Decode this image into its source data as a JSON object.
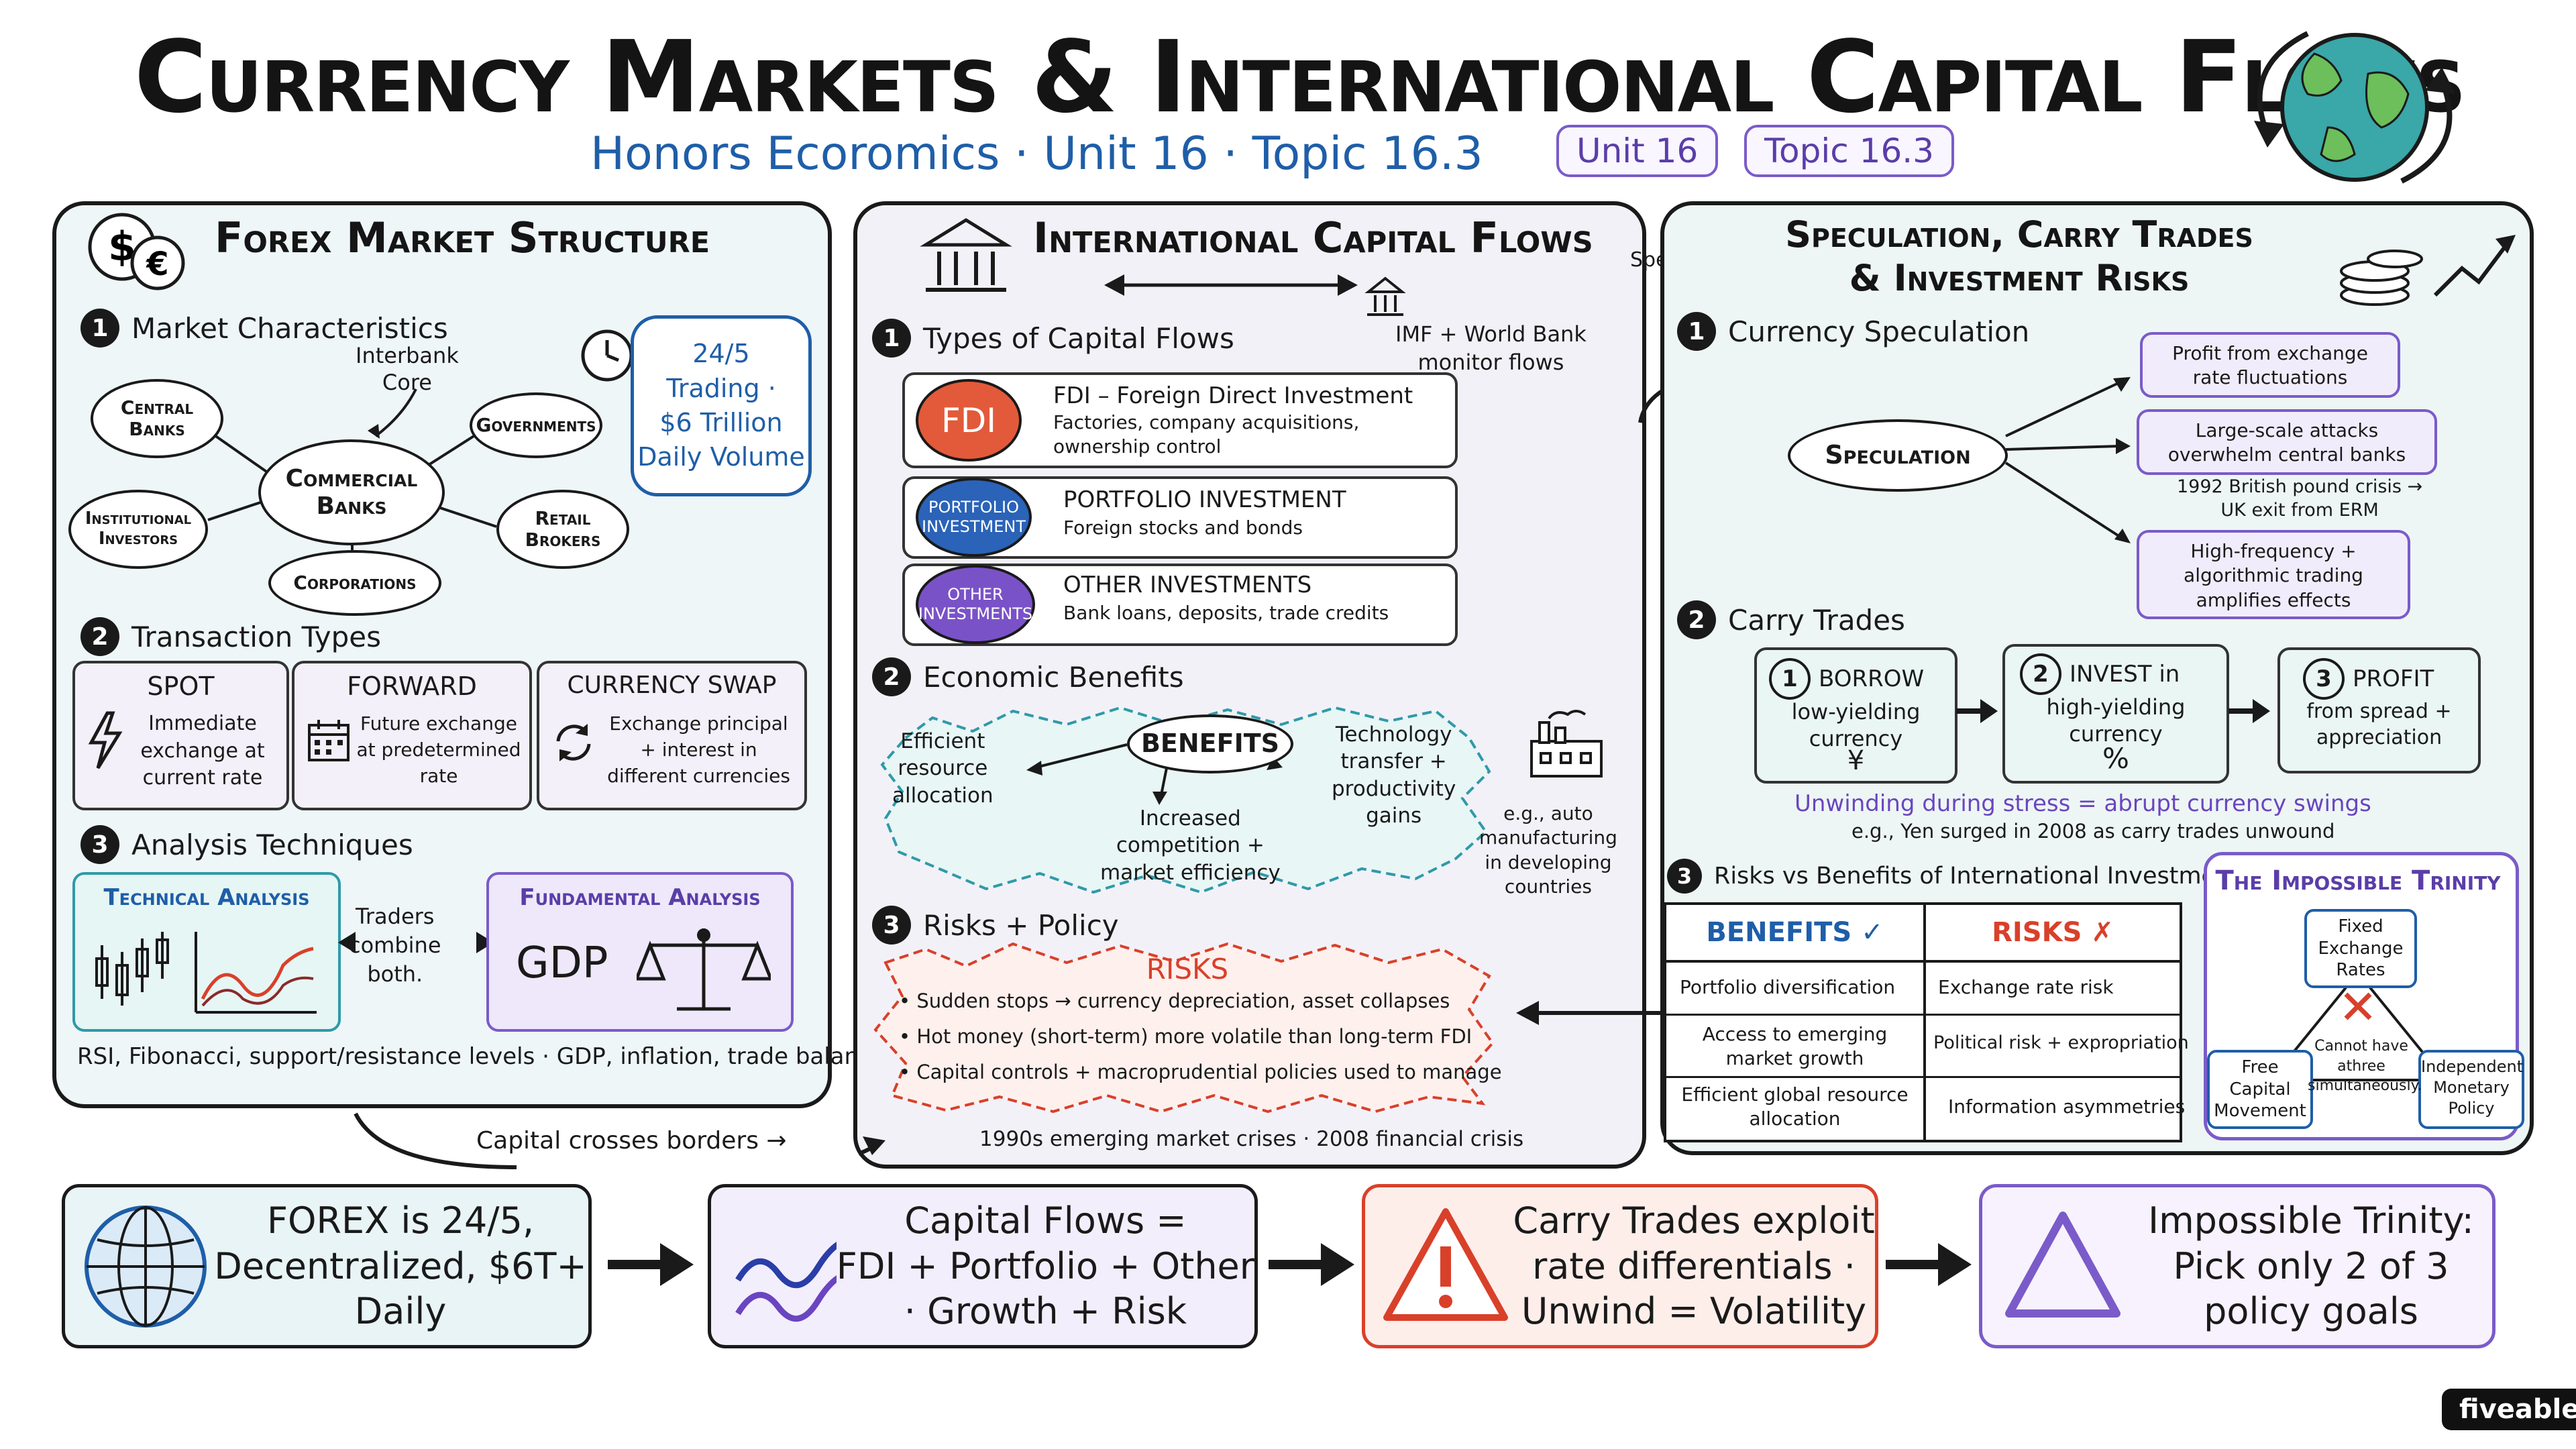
{
  "header": {
    "title": "Currency Markets & International Capital Flows",
    "subtitle": "Honors Ecoromics · Unit 16 · Topic 16.3",
    "unit_pill": "Unit 16",
    "topic_pill": "Topic 16.3"
  },
  "forex": {
    "title": "Forex Market Structure",
    "s1": {
      "num": "1",
      "title": "Market Characteristics",
      "interbank": "Interbank\nCore",
      "center": "Commercial\nBanks",
      "nodes": [
        "Central\nBanks",
        "Governments",
        "Institutional\nInvestors",
        "Retail\nBrokers",
        "Corporations"
      ],
      "bubble": "24/5\nTrading ·\n$6 Trillion\nDaily Volume"
    },
    "s2": {
      "num": "2",
      "title": "Transaction Types",
      "items": [
        {
          "title": "SPOT",
          "desc": "Immediate\nexchange at\ncurrent rate"
        },
        {
          "title": "FORWARD",
          "desc": "Future exchange\nat predetermined\nrate"
        },
        {
          "title": "CURRENCY SWAP",
          "desc": "Exchange principal\n+ interest in\ndifferent currencies"
        }
      ]
    },
    "s3": {
      "num": "3",
      "title": "Analysis Techniques",
      "technical": "Technical Analysis",
      "fundamental": "Fundamental Analysis",
      "gdp": "GDP",
      "traders": "Traders\ncombine\nboth.",
      "footer": "RSI, Fibonacci, support/resistance levels · GDP, inflation, trade balance."
    }
  },
  "capital": {
    "title": "International Capital Flows",
    "s1": {
      "num": "1",
      "title": "Types of Capital Flows",
      "note": "IMF + World Bank\nmonitor flows",
      "types": [
        {
          "badge": "FDI",
          "name": "FDI – Foreign Direct Investment",
          "desc": "Factories, company acquisitions,\nownership control",
          "color": "#e25a3a"
        },
        {
          "badge": "PORTFOLIO\nINVESTMENT",
          "name": "PORTFOLIO INVESTMENT",
          "desc": "Foreign stocks and bonds",
          "color": "#2a63b8"
        },
        {
          "badge": "OTHER\nINVESTMENTS",
          "name": "OTHER INVESTMENTS",
          "desc": "Bank loans, deposits, trade credits",
          "color": "#7a52c7"
        }
      ]
    },
    "s2": {
      "num": "2",
      "title": "Economic Benefits",
      "center": "BENEFITS",
      "left": "Efficient\nresource\nallocation",
      "bottom": "Increased\ncompetition +\nmarket efficiency",
      "right": "Technology\ntransfer +\nproductivity\ngains",
      "example": "e.g., auto\nmanufacturing\nin developing\ncountries"
    },
    "s3": {
      "num": "3",
      "title": "Risks + Policy",
      "risks_title": "RISKS",
      "risks": [
        "Sudden stops → currency depreciation, asset collapses",
        "Hot money (short-term) more volatile than long-term FDI",
        "Capital controls + macroprudential policies used to manage"
      ],
      "crises": "1990s emerging market crises · 2008 financial crisis"
    },
    "capital_crosses": "Capital crosses borders →",
    "speculation_label": "Speculation"
  },
  "spec": {
    "title": "Speculation, Carry Trades\n& Investment Risks",
    "s1": {
      "num": "1",
      "title": "Currency Speculation",
      "center": "Speculation",
      "outs": [
        "Profit from exchange\nrate fluctuations",
        "Large-scale attacks\noverwhelm central banks",
        "High-frequency +\nalgorithmic trading\namplifies effects"
      ],
      "note": "1992 British pound crisis →\nUK exit from ERM"
    },
    "s2": {
      "num": "2",
      "title": "Carry Trades",
      "steps": [
        {
          "num": "1",
          "title": "BORROW",
          "desc": "low-yielding\ncurrency",
          "sym": "¥"
        },
        {
          "num": "2",
          "title": "INVEST in",
          "desc": "high-yielding\ncurrency",
          "sym": "%"
        },
        {
          "num": "3",
          "title": "PROFIT",
          "desc": "from spread +\nappreciation",
          "sym": ""
        }
      ],
      "unwind": "Unwinding during stress = abrupt currency swings",
      "yen": "e.g., Yen surged in 2008 as carry trades unwound"
    },
    "s3": {
      "num": "3",
      "title": "Risks vs Benefits of International Investment",
      "benefits_head": "BENEFITS ✓",
      "risks_head": "RISKS ✗",
      "rows": [
        [
          "Portfolio diversification",
          "Exchange rate risk"
        ],
        [
          "Access to emerging\nmarket growth",
          "Political risk + expropriation"
        ],
        [
          "Efficient global resource\nallocation",
          "Information asymmetries"
        ]
      ]
    },
    "trinity": {
      "title": "The Impossible Trinity",
      "top": "Fixed\nExchange\nRates",
      "left": "Free\nCapital\nMovement",
      "right": "Independent\nMonetary\nPolicy",
      "center": "Cannot have\nathree\nsimultaneously."
    }
  },
  "summary": [
    {
      "text": "FOREX is 24/5,\nDecentralized, $6T+\nDaily",
      "bg": "#e8f4f6",
      "icon": "globe-icon"
    },
    {
      "text": "Capital Flows =\nFDI + Portfolio + Other\n· Growth + Risk",
      "bg": "#f3eefb",
      "icon": "rising-arrows-icon"
    },
    {
      "text": "Carry Trades exploit\nrate differentials ·\nUnwind = Volatility",
      "bg": "#fdeeea",
      "icon": "warning-icon"
    },
    {
      "text": "Impossible Trinity:\nPick only 2 of 3\npolicy goals",
      "bg": "#f7f2fd",
      "icon": "triangle-icon"
    }
  ],
  "brand": "fiveable",
  "colors": {
    "blue": "#1f5ea8",
    "purple": "#6a45c0",
    "red": "#d9402a",
    "teal": "#2f9aa8"
  }
}
